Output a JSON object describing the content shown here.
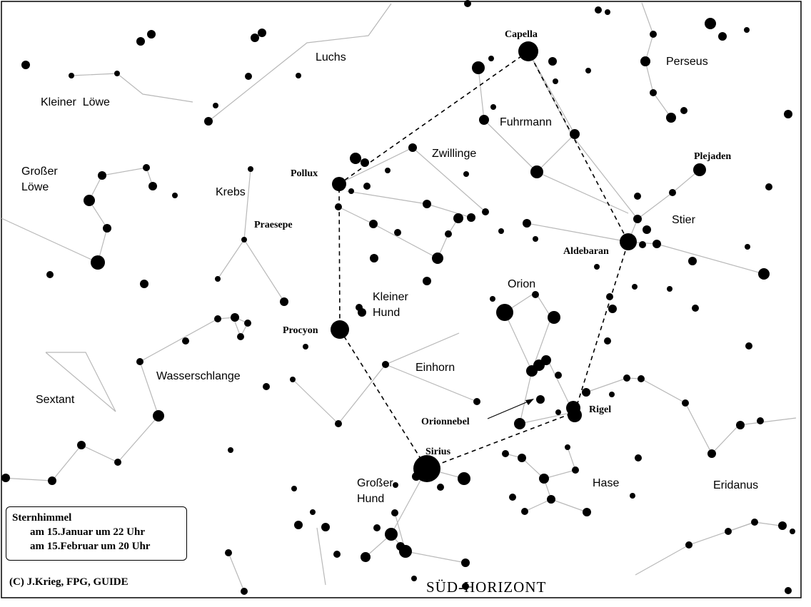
{
  "constellations": {
    "luchs": "Luchs",
    "kleiner_loewe": "Kleiner  Löwe",
    "perseus": "Perseus",
    "fuhrmann": "Fuhrmann",
    "zwillinge": "Zwillinge",
    "grosser_loewe_1": "Großer",
    "grosser_loewe_2": "Löwe",
    "krebs": "Krebs",
    "stier": "Stier",
    "orion": "Orion",
    "kleiner_hund_1": "Kleiner",
    "kleiner_hund_2": "Hund",
    "einhorn": "Einhorn",
    "wasserschlange": "Wasserschlange",
    "sextant": "Sextant",
    "hase": "Hase",
    "eridanus": "Eridanus",
    "grosser_hund_1": "Großer",
    "grosser_hund_2": "Hund"
  },
  "stars": {
    "capella": "Capella",
    "pollux": "Pollux",
    "plejaden": "Plejaden",
    "praesepe": "Praesepe",
    "aldebaran": "Aldebaran",
    "procyon": "Procyon",
    "rigel": "Rigel",
    "orionnebel": "Orionnebel",
    "sirius": "Sirius"
  },
  "horizon": "SÜD-HORIZONT",
  "info": {
    "title": "Sternhimmel",
    "line1": "am 15.Januar um 22 Uhr",
    "line2": "am 15.Februar um 20 Uhr"
  },
  "copyright": "(C) J.Krieg, FPG, GUIDE"
}
